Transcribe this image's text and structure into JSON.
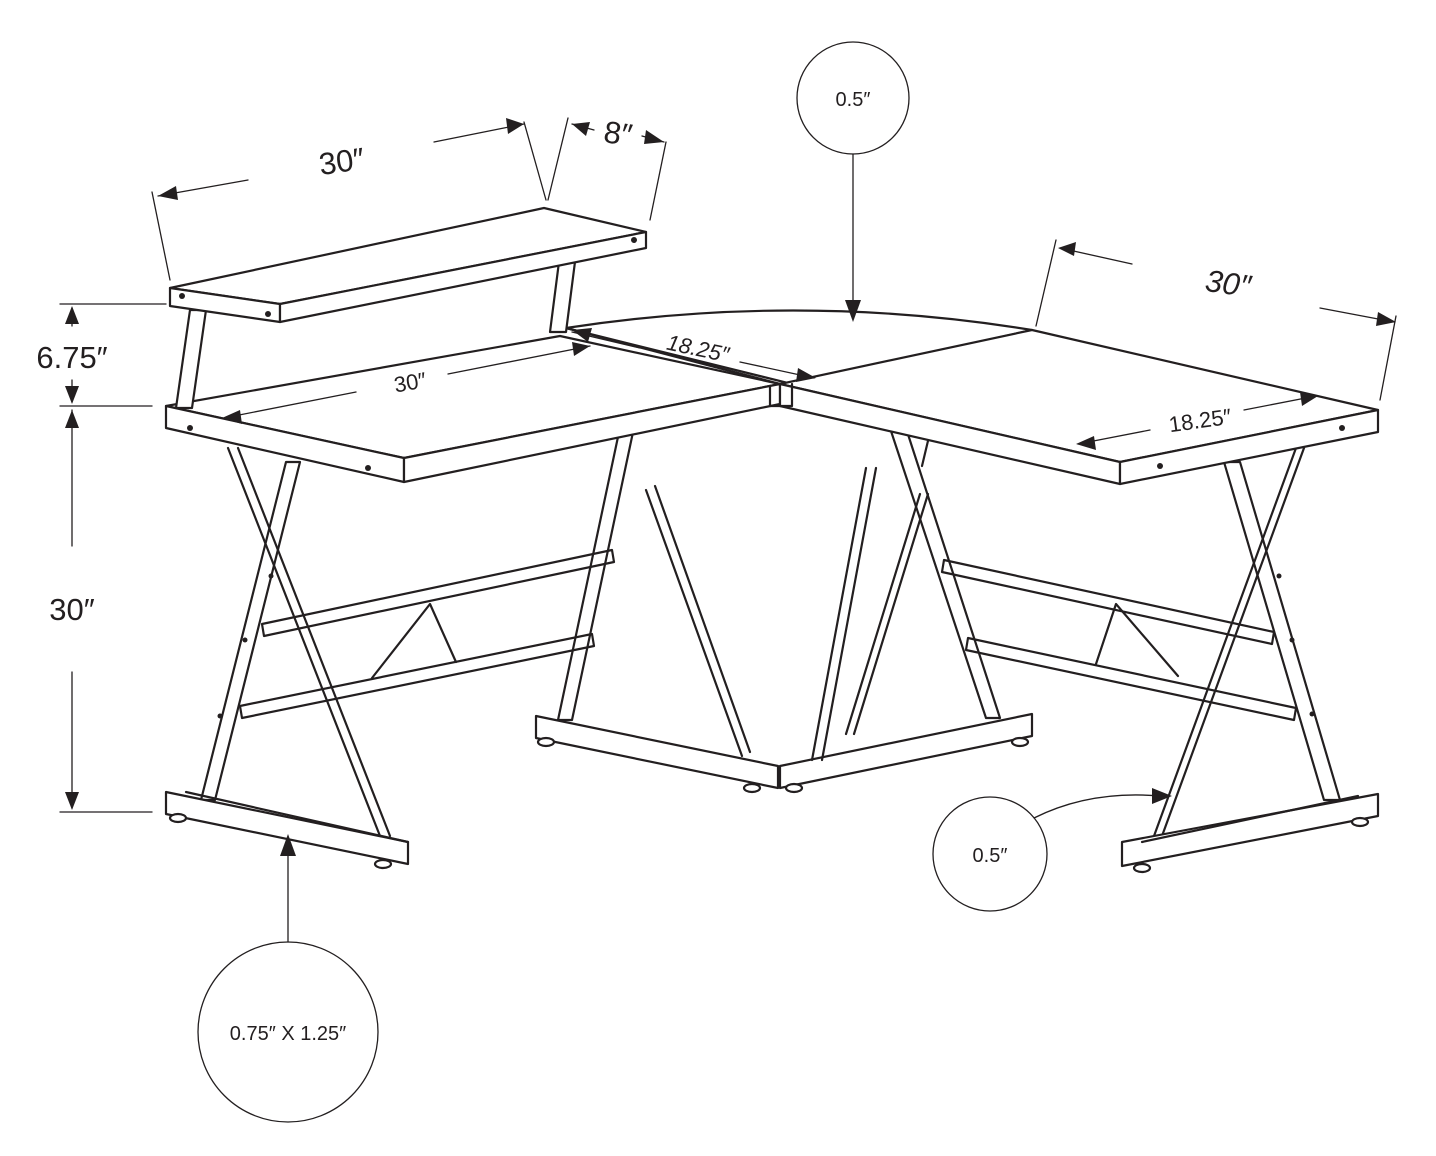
{
  "dimensions": {
    "hutch_width": "30″",
    "hutch_depth": "8″",
    "hutch_height": "6.75″",
    "desk_height": "30″",
    "left_desk_width": "30″",
    "corner_edge": "18.25″",
    "right_desk_width": "30″",
    "right_desk_depth": "18.25″"
  },
  "callouts": {
    "top_thickness": "0.5″",
    "frame_tube": "0.5″",
    "leg_profile": "0.75″ X 1.25″"
  },
  "colors": {
    "line": "#231f20",
    "background": "#ffffff"
  }
}
